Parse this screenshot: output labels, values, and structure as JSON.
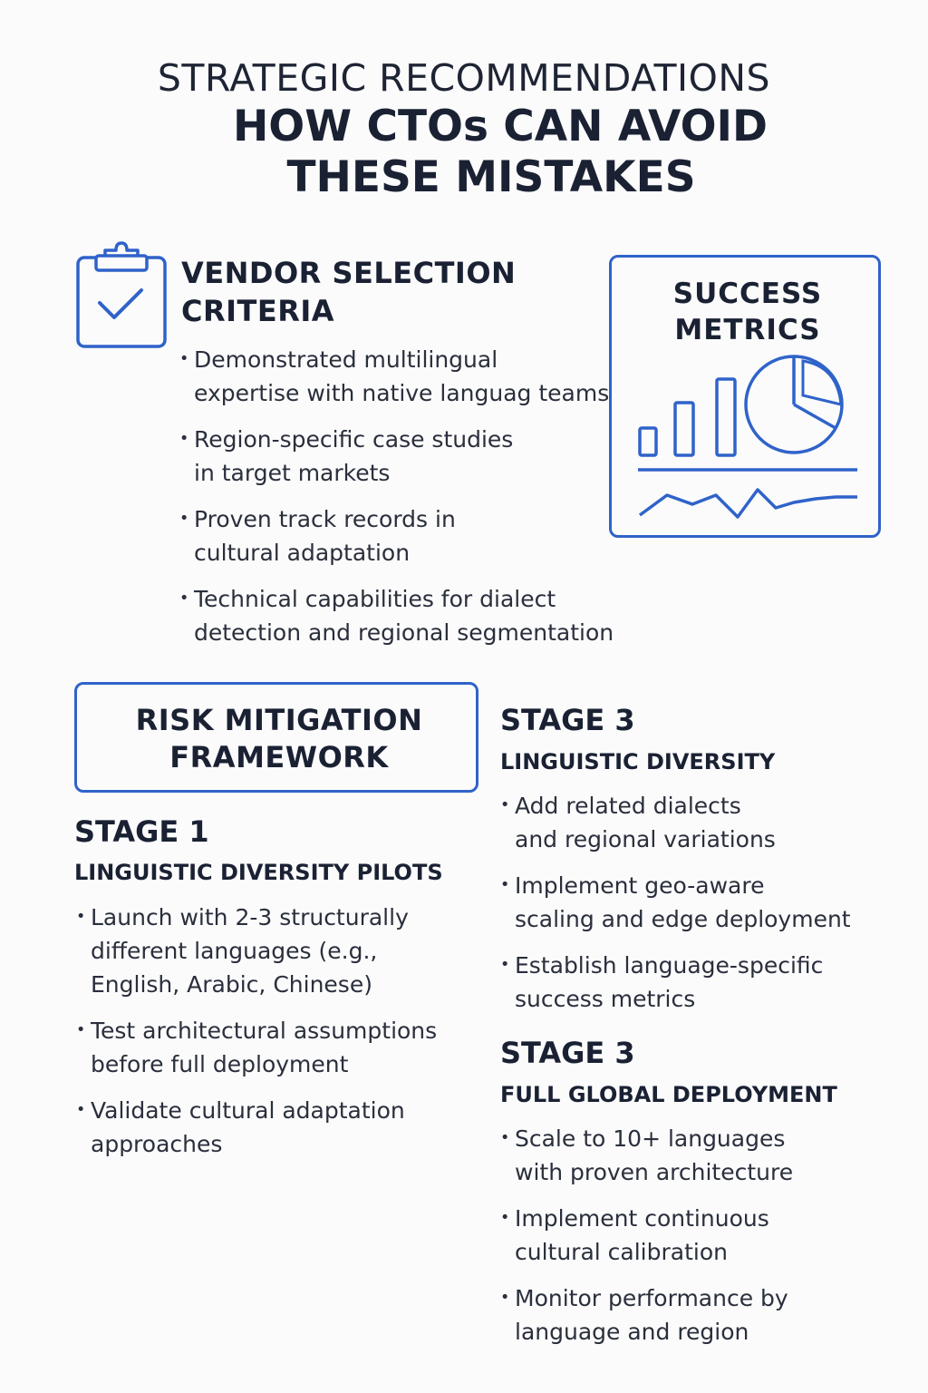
{
  "header": {
    "eyebrow": "STRATEGIC RECOMMENDATIONS",
    "title_line1": "HOW CTOs CAN AVOID",
    "title_line2": "THESE MISTAKES"
  },
  "vendor": {
    "icon": "clipboard-check-icon",
    "heading": "VENDOR SELECTION\nCRITERIA",
    "bullets": [
      "Demonstrated multilingual\nexpertise with native languag teams",
      "Region-specific case studies\nin target markets",
      "Proven track records in\ncultural adaptation",
      "Technical capabilities for dialect\ndetection and regional segmentation"
    ]
  },
  "metrics": {
    "title": "SUCCESS\nMETRICS",
    "icon": "chart-dashboard-icon"
  },
  "risk": {
    "title": "RISK MITIGATION\nFRAMEWORK"
  },
  "stages": [
    {
      "label": "STAGE 1",
      "subtitle": "LINGUISTIC DIVERSITY PILOTS",
      "bullets": [
        "Launch with 2-3 structurally\ndifferent languages (e.g.,\nEnglish, Arabic, Chinese)",
        "Test architectural assumptions\nbefore full deployment",
        "Validate cultural adaptation\napproaches"
      ]
    },
    {
      "label": "STAGE 3",
      "subtitle": "LINGUISTIC DIVERSITY",
      "bullets": [
        "Add related dialects\nand regional variations",
        "Implement geo-aware\nscaling and edge deployment",
        "Establish language-specific\nsuccess metrics"
      ]
    },
    {
      "label": "STAGE 3",
      "subtitle": "FULL GLOBAL DEPLOYMENT",
      "bullets": [
        "Scale to 10+ languages\nwith proven architecture",
        "Implement continuous\ncultural calibration",
        "Monitor performance by\nlanguage and region"
      ]
    }
  ],
  "colors": {
    "accent": "#2f63c9",
    "text": "#1a2133",
    "background": "#fbfbfc"
  }
}
